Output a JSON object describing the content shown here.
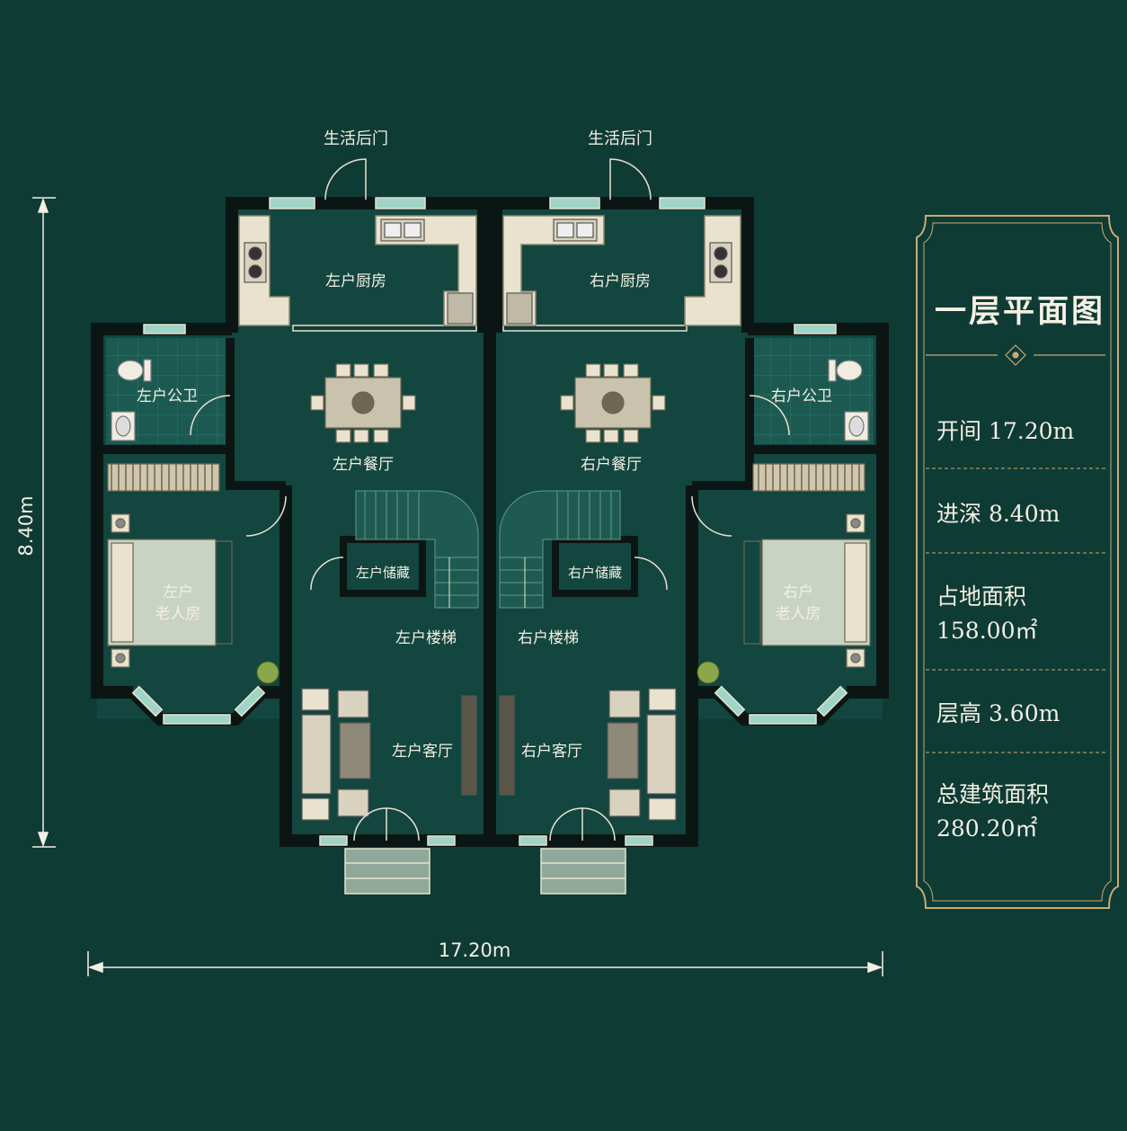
{
  "plan": {
    "rooms": {
      "left_kitchen": "左户厨房",
      "right_kitchen": "右户厨房",
      "left_back_door": "生活后门",
      "right_back_door": "生活后门",
      "left_bath": "左户公卫",
      "right_bath": "右户公卫",
      "left_dining": "左户餐厅",
      "right_dining": "右户餐厅",
      "left_storage": "左户储藏",
      "right_storage": "右户储藏",
      "left_stairs": "左户楼梯",
      "right_stairs": "右户楼梯",
      "left_elder_line1": "左户",
      "left_elder_line2": "老人房",
      "right_elder_line1": "右户",
      "right_elder_line2": "老人房",
      "left_living": "左户客厅",
      "right_living": "右户客厅"
    },
    "dimensions": {
      "width": "17.20m",
      "depth": "8.40m"
    }
  },
  "panel": {
    "title": "一层平面图",
    "specs": [
      {
        "line1": "开间 17.20m",
        "line2": ""
      },
      {
        "line1": "进深 8.40m",
        "line2": ""
      },
      {
        "line1": "占地面积",
        "line2": "158.00㎡"
      },
      {
        "line1": "层高 3.60m",
        "line2": ""
      },
      {
        "line1": "总建筑面积",
        "line2": "280.20㎡"
      }
    ]
  },
  "colors": {
    "background": "#0f3b35",
    "wall": "#0b1614",
    "accent_gold": "#c8ab74",
    "fixture": "#e8e2cf",
    "window": "#9fd4c8"
  }
}
